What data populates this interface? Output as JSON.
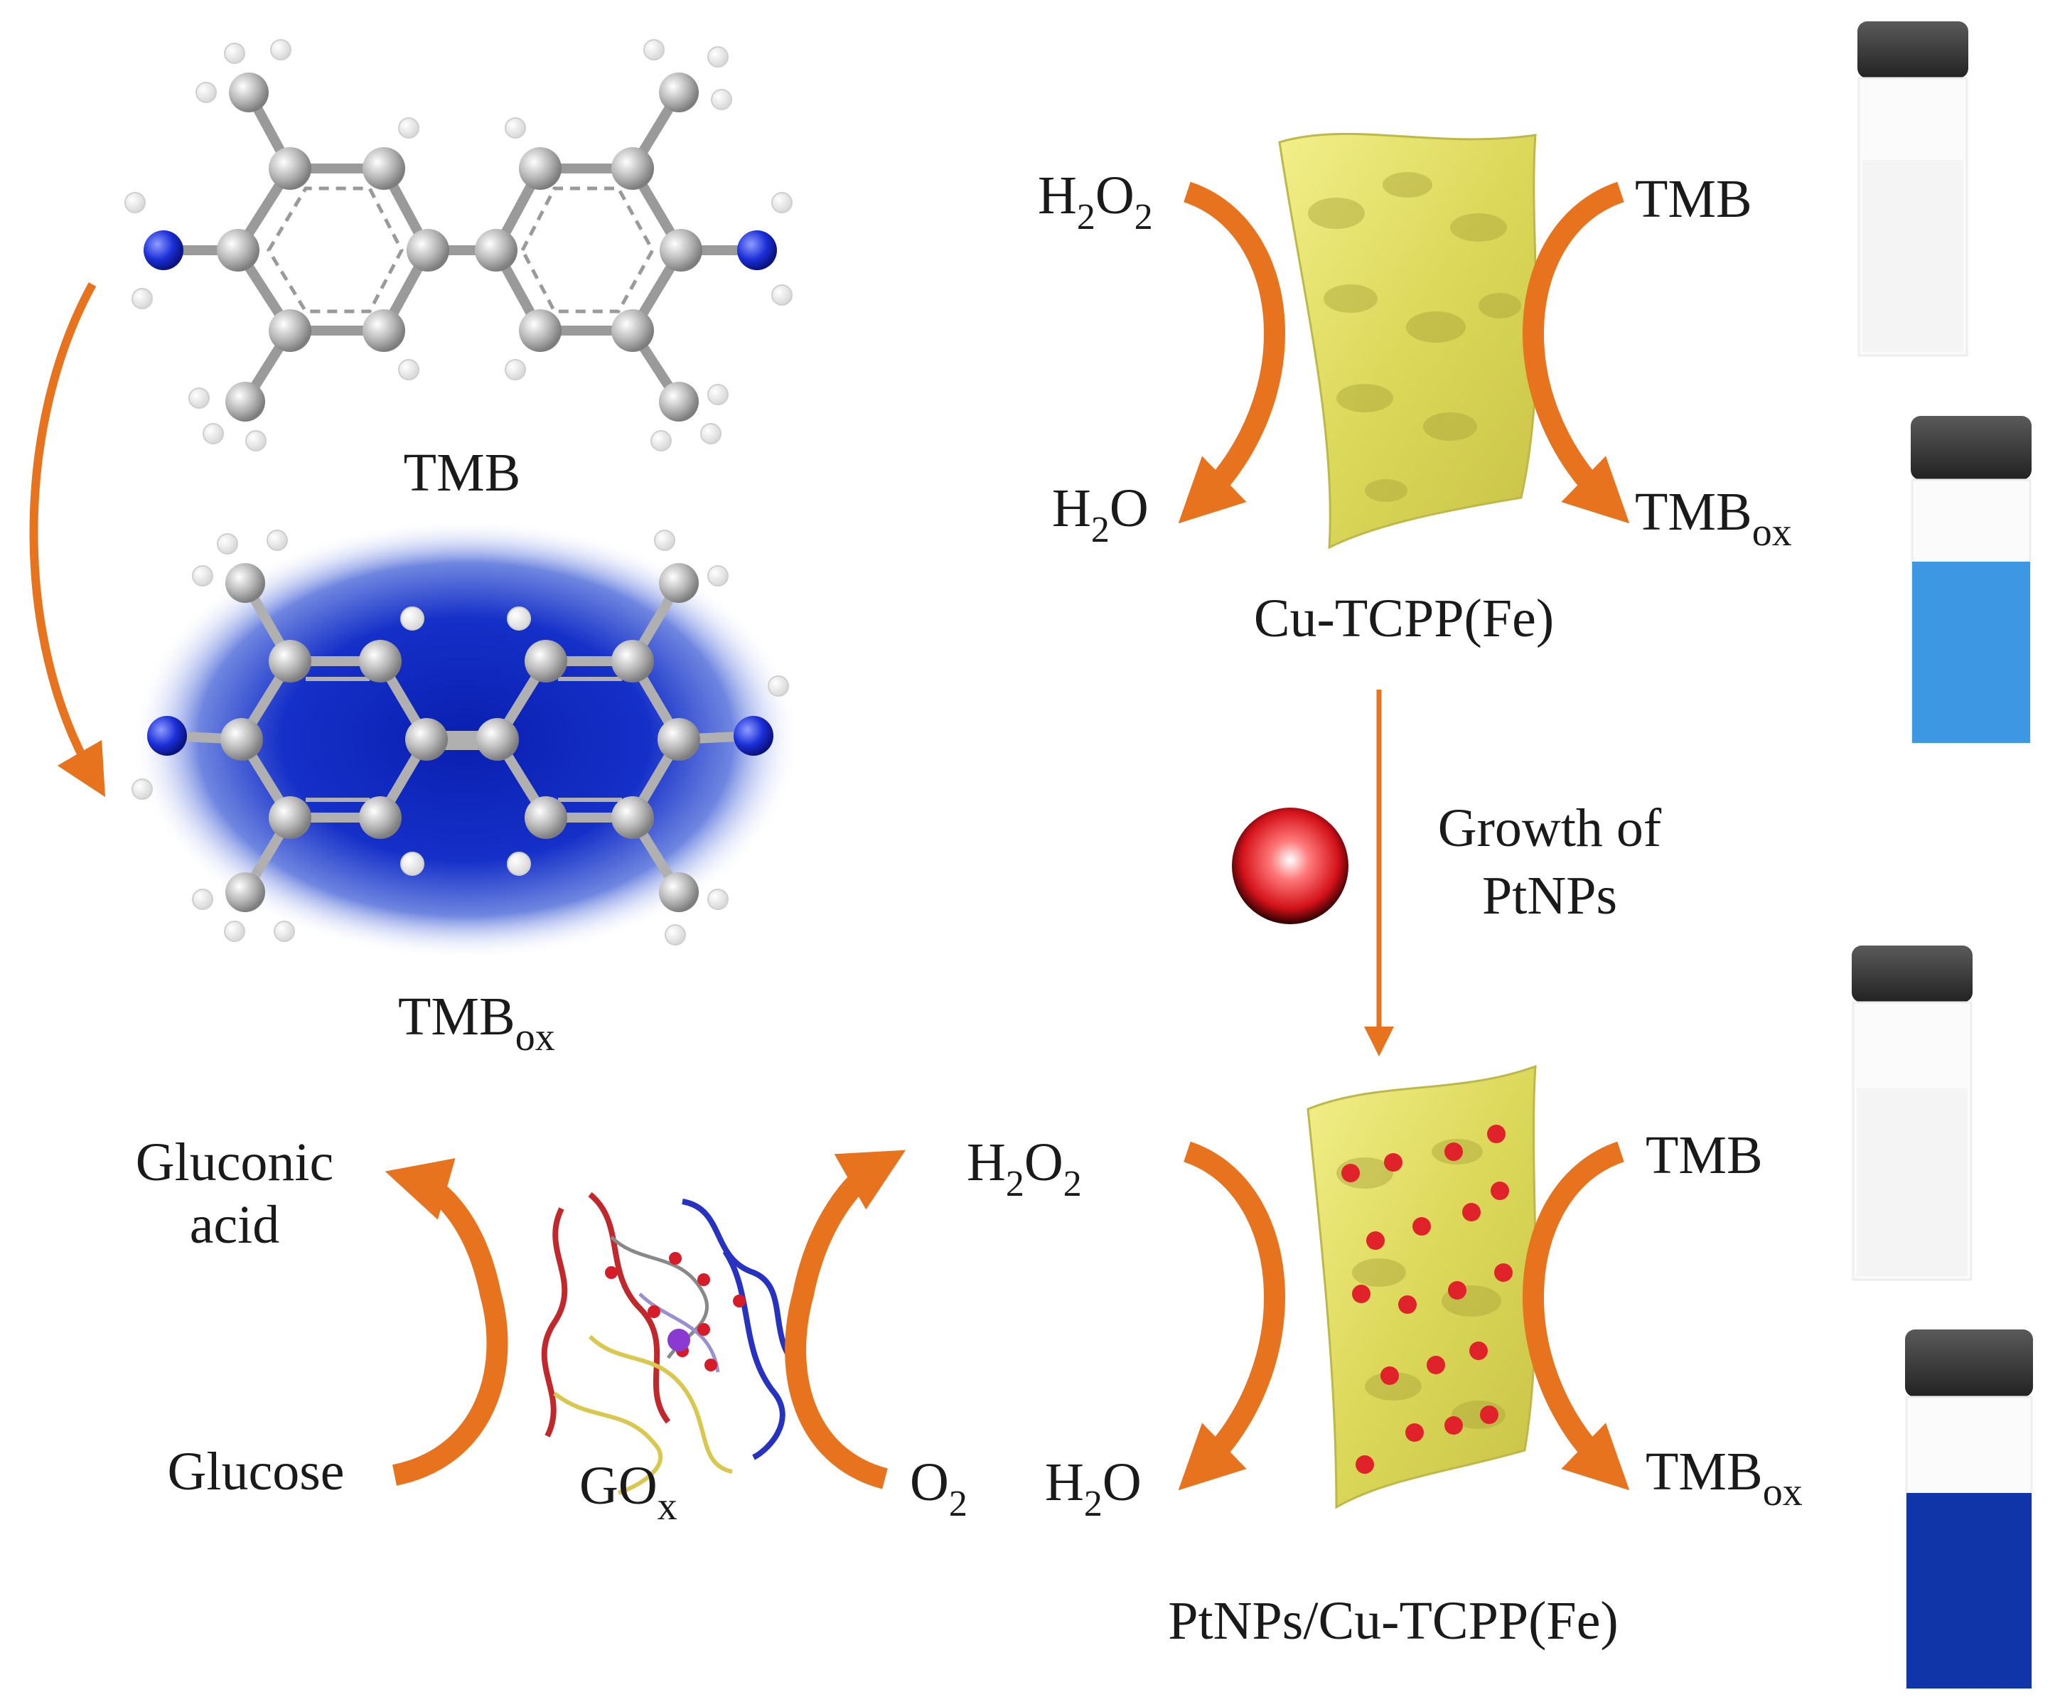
{
  "molecules": {
    "tmb_label": "TMB",
    "tmbox_label": "TMB",
    "tmbox_sub": "ox"
  },
  "top_reaction": {
    "h2o2": "H",
    "h2o2_sub1": "2",
    "h2o2_mid": "O",
    "h2o2_sub2": "2",
    "h2o": "H",
    "h2o_sub": "2",
    "h2o_end": "O",
    "tmb": "TMB",
    "tmbox": "TMB",
    "tmbox_sub": "ox",
    "catalyst": "Cu-TCPP(Fe)"
  },
  "growth": {
    "line1": "Growth of",
    "line2": "PtNPs"
  },
  "bottom_reaction": {
    "h2o2": "H",
    "h2o2_sub1": "2",
    "h2o2_mid": "O",
    "h2o2_sub2": "2",
    "h2o": "H",
    "h2o_sub": "2",
    "h2o_end": "O",
    "tmb": "TMB",
    "tmbox": "TMB",
    "tmbox_sub": "ox",
    "catalyst": "PtNPs/Cu-TCPP(Fe)"
  },
  "enzyme": {
    "gluconic_line1": "Gluconic",
    "gluconic_line2": "acid",
    "glucose": "Glucose",
    "gox": "GO",
    "gox_sub": "x",
    "o2": "O",
    "o2_sub": "2"
  },
  "colors": {
    "arrow": "#e8731e",
    "sheet": "#e6e36a",
    "vial_light_blue": "#3d97e3",
    "vial_dark_blue": "#0f35a8",
    "nitrogen": "#1b2fd8",
    "platinum_dot": "#e0222a"
  },
  "icons": [
    "tmb-molecule-icon",
    "tmbox-molecule-icon",
    "vial-icon",
    "nanosheet-icon",
    "pt-nanoparticle-icon",
    "gox-enzyme-icon"
  ]
}
